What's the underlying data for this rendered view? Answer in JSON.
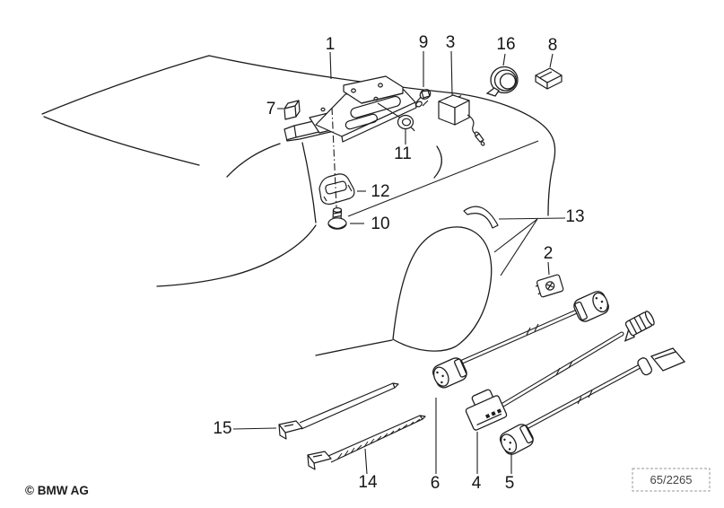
{
  "figure": {
    "type": "vehicle-parts-diagram",
    "background_color": "#ffffff",
    "line_color": "#1c1c1c"
  },
  "callouts": [
    {
      "number": "1"
    },
    {
      "number": "9"
    },
    {
      "number": "3"
    },
    {
      "number": "16"
    },
    {
      "number": "8"
    },
    {
      "number": "7"
    },
    {
      "number": "11"
    },
    {
      "number": "12"
    },
    {
      "number": "10"
    },
    {
      "number": "13"
    },
    {
      "number": "2"
    },
    {
      "number": "15"
    },
    {
      "number": "14"
    },
    {
      "number": "6"
    },
    {
      "number": "4"
    },
    {
      "number": "5"
    }
  ],
  "footer": {
    "copyright": "© BMW AG"
  },
  "plate": {
    "number": "65/2265"
  }
}
